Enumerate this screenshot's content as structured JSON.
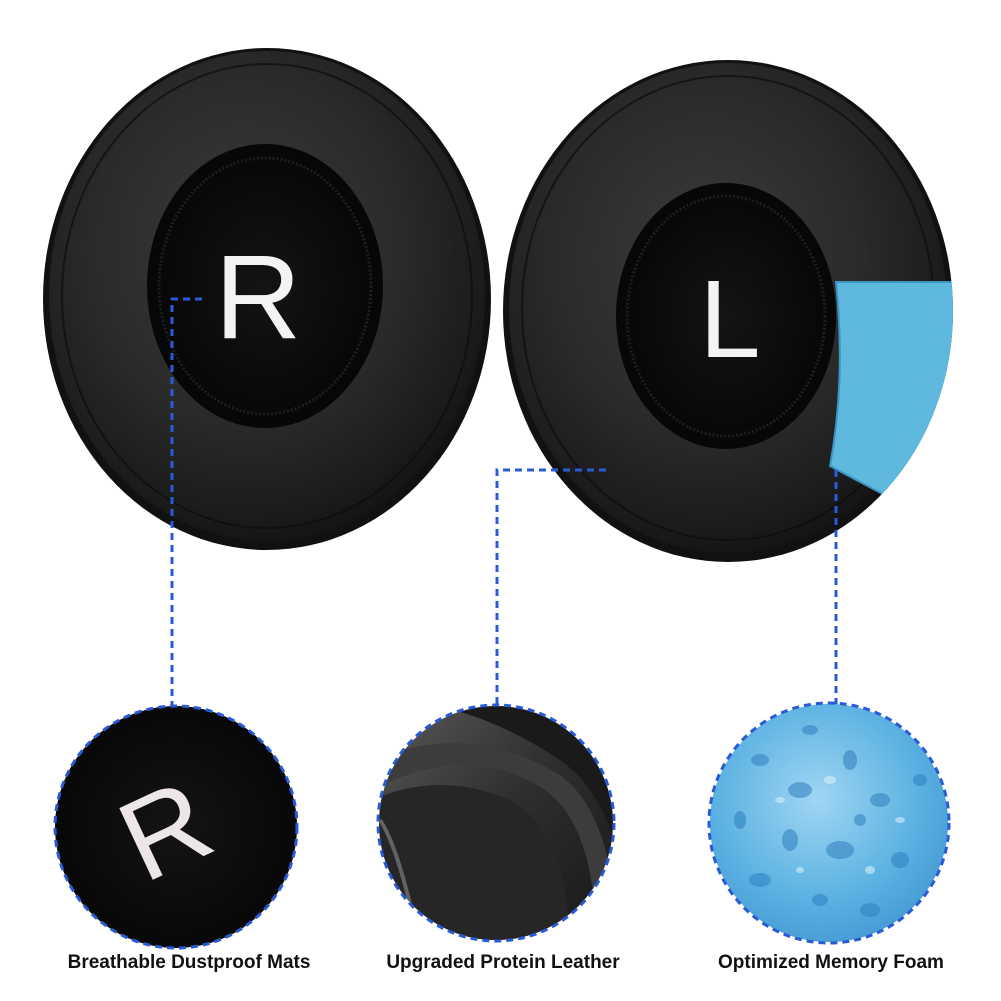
{
  "ear_pads": {
    "right_pad_letter": "R",
    "left_pad_letter": "L"
  },
  "features": [
    {
      "letter": "R",
      "caption": "Breathable Dustproof Mats"
    },
    {
      "caption": "Upgraded Protein Leather"
    },
    {
      "caption": "Optimized Memory Foam"
    }
  ],
  "colors": {
    "background": "#ffffff",
    "leather": "#2a2a2a",
    "mesh": "#0b0b0b",
    "foam": "#5bb6dd",
    "callout_line": "#2a5bd7",
    "caption_text": "#111111"
  }
}
